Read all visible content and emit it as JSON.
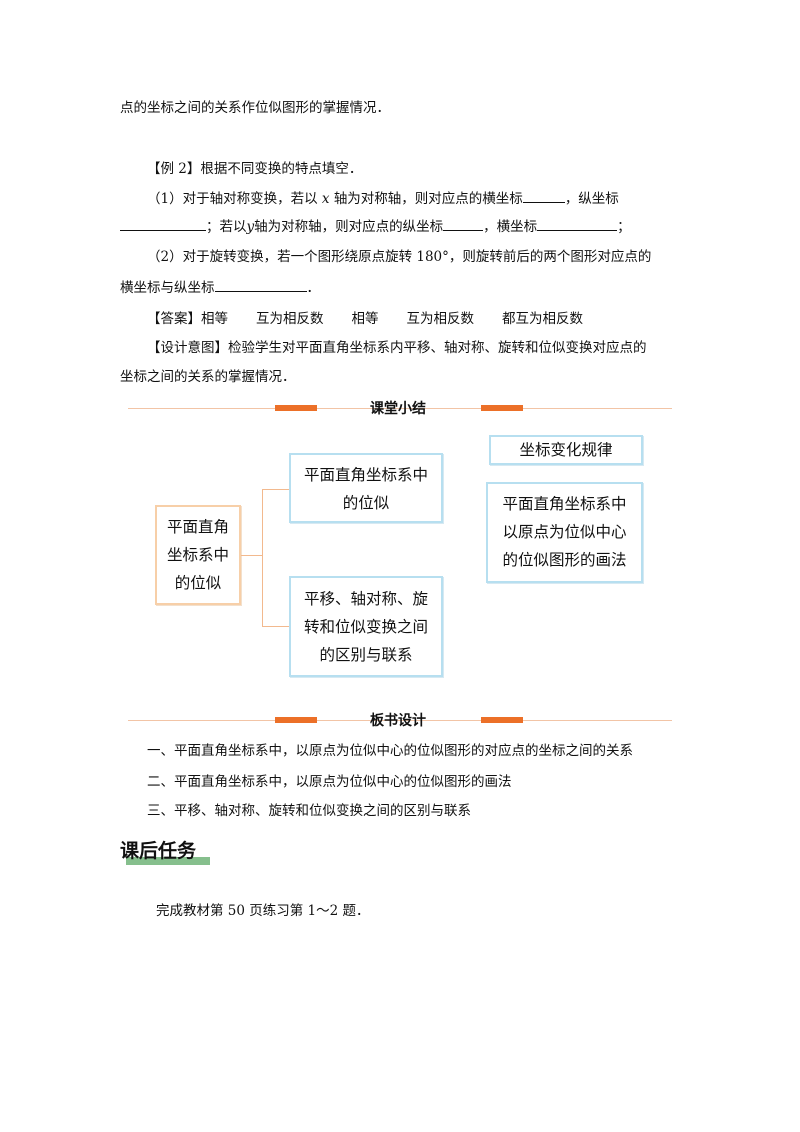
{
  "intro_tail": "点的坐标之间的关系作位似图形的掌握情况．",
  "example2": {
    "label": "【例 2】",
    "question": "根据不同变换的特点填空．",
    "p1": {
      "a": "（1）对于轴对称变换，若以",
      "var_x": "x",
      "b": "轴为对称轴，则对应点的横坐标",
      "c": "，纵坐标",
      "d": "；若以",
      "var_y": "y",
      "e": "轴为对称轴，则对应点的纵坐标",
      "f": "，横坐标",
      "g": "；"
    },
    "p2": {
      "a": "（2）对于旋转变换，若一个图形绕原点旋转 180°，则旋转前后的两个图形对应点的",
      "b": "横坐标与纵坐标",
      "c": "．"
    },
    "answer_label": "【答案】",
    "answers": [
      "相等",
      "互为相反数",
      "相等",
      "互为相反数",
      "都互为相反数"
    ],
    "design_label": "【设计意图】",
    "design_l1": "检验学生对平面直角坐标系内平移、轴对称、旋转和位似变换对应点的",
    "design_l2": "坐标之间的关系的掌握情况．"
  },
  "summary": {
    "title": "课堂小结",
    "root": [
      "平面直角",
      "坐标系中",
      "的位似"
    ],
    "branch1": [
      "平面直角坐标系中",
      "的位似"
    ],
    "branch2": [
      "平移、轴对称、旋",
      "转和位似变换之间",
      "的区别与联系"
    ],
    "rule_title": "坐标变化规律",
    "rule_body": [
      "平面直角坐标系中",
      "以原点为位似中心",
      "的位似图形的画法"
    ]
  },
  "board": {
    "title": "板书设计",
    "items": [
      "一、平面直角坐标系中，以原点为位似中心的位似图形的对应点的坐标之间的关系",
      "二、平面直角坐标系中，以原点为位似中心的位似图形的画法",
      "三、平移、轴对称、旋转和位似变换之间的区别与联系"
    ]
  },
  "homework": {
    "title": "课后任务",
    "text": "完成教材第 50 页练习第 1～2 题．"
  }
}
